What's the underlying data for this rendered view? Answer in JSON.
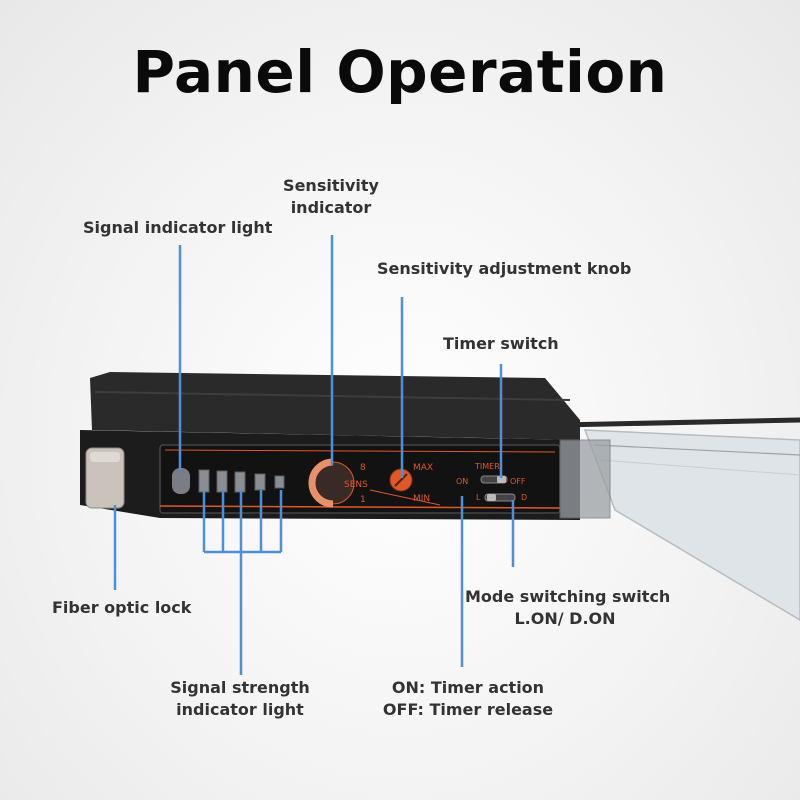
{
  "title": "Panel Operation",
  "labels": {
    "signal_indicator_light": "Signal indicator light",
    "sensitivity_indicator_line1": "Sensitivity",
    "sensitivity_indicator_line2": "indicator",
    "sensitivity_adjustment_knob": "Sensitivity adjustment knob",
    "timer_switch": "Timer switch",
    "fiber_optic_lock": "Fiber optic lock",
    "mode_switching_line1": "Mode switching switch",
    "mode_switching_line2": "L.ON/ D.ON",
    "signal_strength_line1": "Signal strength",
    "signal_strength_line2": "indicator light",
    "timer_desc_line1": "ON: Timer action",
    "timer_desc_line2": "OFF: Timer release"
  },
  "device_markings": {
    "sens": "SENS",
    "dial_8": "8",
    "dial_1": "1",
    "max": "MAX",
    "min": "MIN",
    "timer": "TIMER",
    "on": "ON",
    "off": "OFF",
    "mode_l": "L",
    "mode_d": "D"
  },
  "colors": {
    "leader_line": "#4d8fd8",
    "panel_orange": "#e0582a",
    "device_body": "#1e1e1e"
  }
}
